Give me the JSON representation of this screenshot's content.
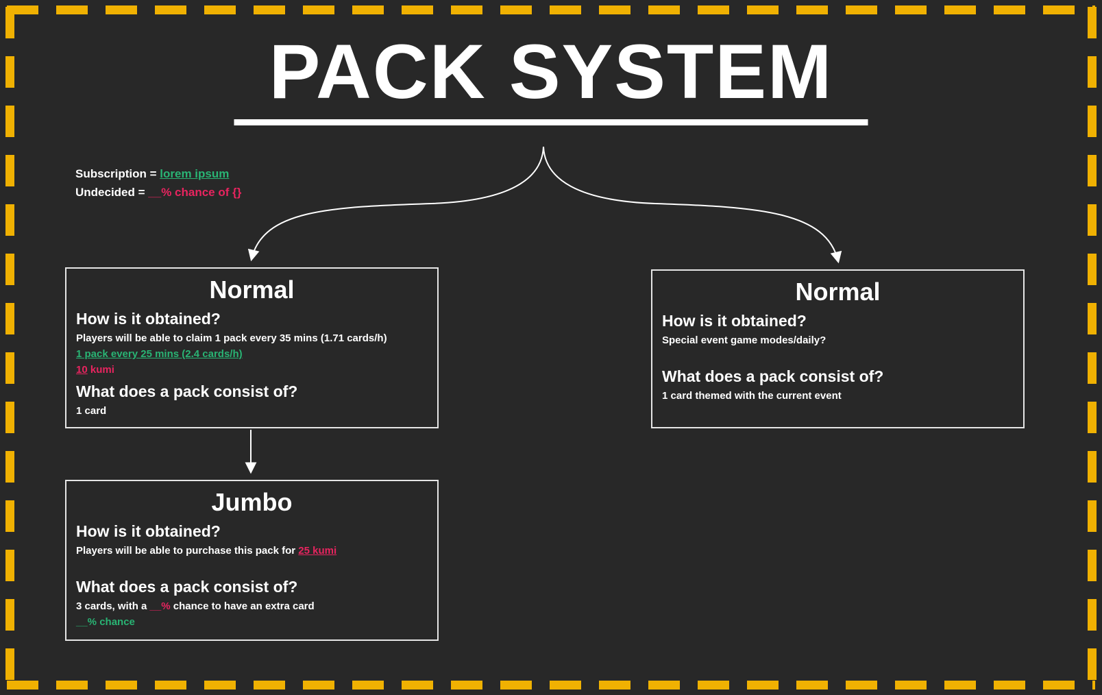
{
  "title": "PACK SYSTEM",
  "legend": {
    "subscription_label": "Subscription = ",
    "subscription_link": "lorem ipsum",
    "undecided_label": "Undecided = ",
    "undecided_value": "__% chance of {}"
  },
  "left_box": {
    "title": "Normal",
    "q1": "How is it obtained?",
    "obtain_current": "Players will be able to claim 1 pack every 35 mins (1.71 cards/h)",
    "obtain_alt": "1 pack every 25 mins (2.4 cards/h)",
    "price_num": "10",
    "price_unit": " kumi",
    "q2": "What does a pack consist of?",
    "consist": "1 card"
  },
  "right_box": {
    "title": "Normal",
    "q1": "How is it obtained?",
    "obtain": "Special event game modes/daily?",
    "q2": "What does a pack consist of?",
    "consist": "1 card themed with the current event"
  },
  "jumbo_box": {
    "title": "Jumbo",
    "q1": "How is it obtained?",
    "obtain_prefix": "Players will be able to purchase this pack for ",
    "obtain_price": "25 kumi",
    "q2": "What does a pack consist of?",
    "consist_prefix": "3 cards, with a ",
    "consist_pct": "__%",
    "consist_suffix": " chance to have an extra card",
    "consist_alt": "__% chance"
  },
  "colors": {
    "background": "#282828",
    "text": "#ffffff",
    "accent_green": "#29b474",
    "accent_pink": "#e8245f",
    "border_yellow": "#f0b102",
    "box_border": "#e6e6e6"
  }
}
